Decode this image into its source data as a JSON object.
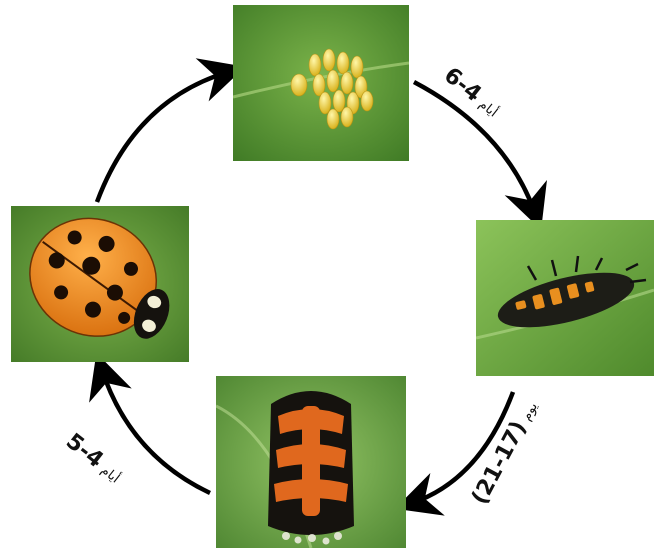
{
  "diagram": {
    "stages": [
      {
        "name": "eggs"
      },
      {
        "name": "larva"
      },
      {
        "name": "pupa"
      },
      {
        "name": "adult"
      }
    ],
    "durations": {
      "eggs": {
        "number": "6-4",
        "unit": "أيام"
      },
      "larva": {
        "number": "(21-17)",
        "unit": "يوم"
      },
      "pupa": {
        "number": "5-4",
        "unit": "أيام"
      }
    }
  }
}
